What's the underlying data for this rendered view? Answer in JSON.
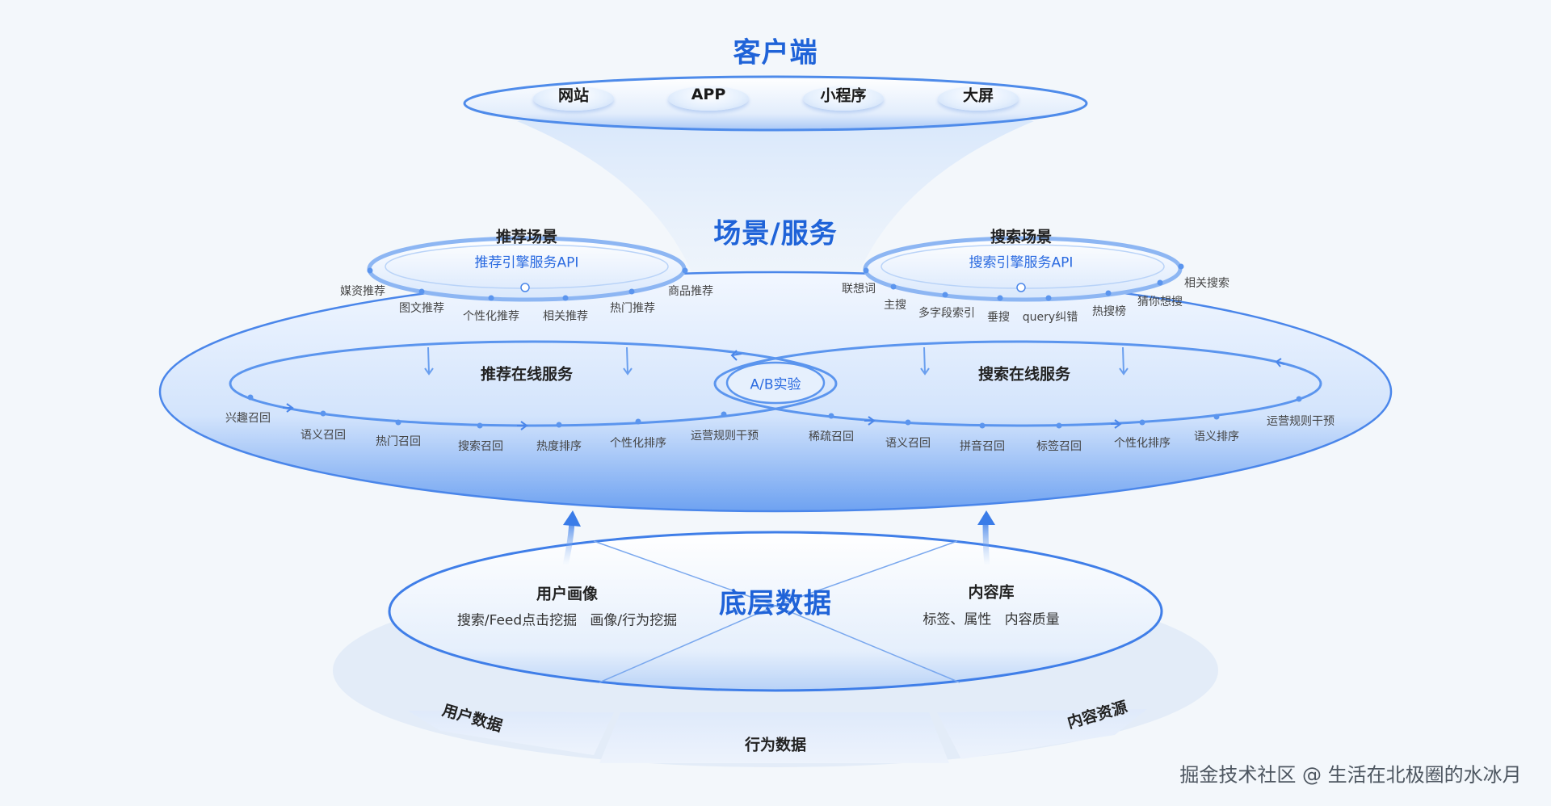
{
  "client": {
    "title": "客户端",
    "items": [
      "网站",
      "APP",
      "小程序",
      "大屏"
    ]
  },
  "scene": {
    "title": "场景/服务",
    "recommend": {
      "title": "推荐场景",
      "api": "推荐引擎服务API",
      "items": [
        "媒资推荐",
        "图文推荐",
        "个性化推荐",
        "相关推荐",
        "热门推荐",
        "商品推荐"
      ]
    },
    "search": {
      "title": "搜索场景",
      "api": "搜索引擎服务API",
      "items": [
        "联想词",
        "主搜",
        "多字段索引",
        "垂搜",
        "query纠错",
        "热搜榜",
        "猜你想搜",
        "相关搜索"
      ]
    }
  },
  "online": {
    "recommend": {
      "title": "推荐在线服务",
      "steps": [
        "兴趣召回",
        "语义召回",
        "热门召回",
        "搜索召回",
        "热度排序",
        "个性化排序",
        "运营规则干预"
      ]
    },
    "search": {
      "title": "搜索在线服务",
      "steps": [
        "稀疏召回",
        "语义召回",
        "拼音召回",
        "标签召回",
        "个性化排序",
        "语义排序",
        "运营规则干预"
      ]
    },
    "ab": "A/B实验"
  },
  "base": {
    "title": "底层数据",
    "profile": {
      "title": "用户画像",
      "desc": "搜索/Feed点击挖掘   画像/行为挖掘"
    },
    "content": {
      "title": "内容库",
      "desc": "标签、属性   内容质量"
    },
    "sources": [
      "用户数据",
      "行为数据",
      "内容资源"
    ]
  },
  "watermark": "掘金技术社区 @ 生活在北极圈的水冰月",
  "colors": {
    "accent": "#1f63d8",
    "ring": "#5b95ee",
    "background": "#f3f7fb"
  }
}
